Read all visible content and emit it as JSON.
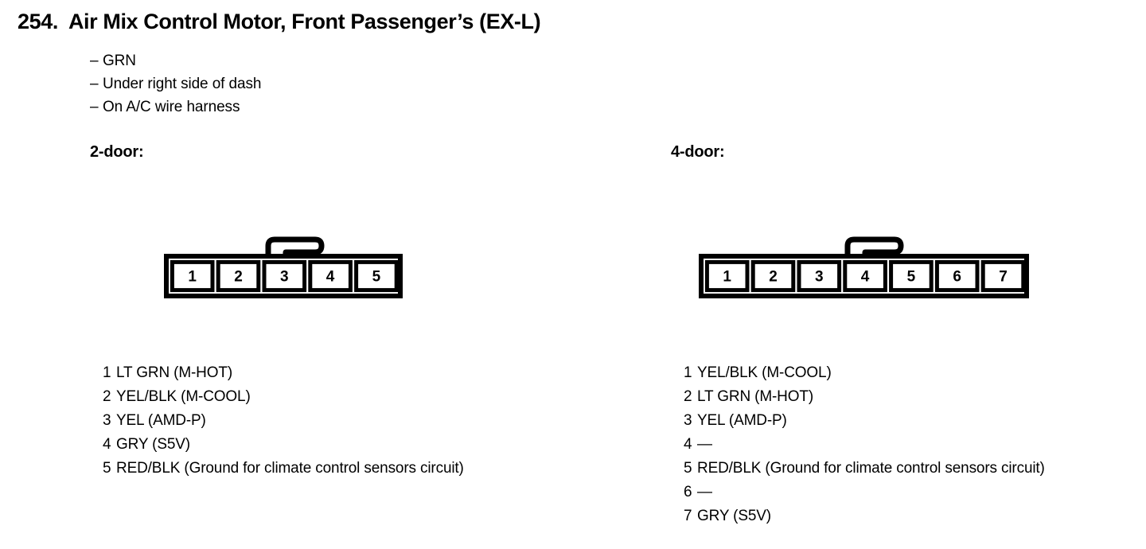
{
  "heading": {
    "number": "254.",
    "title": "Air Mix Control Motor, Front Passenger’s (EX-L)"
  },
  "bullets": [
    {
      "dash": "–",
      "text": "GRN"
    },
    {
      "dash": "–",
      "text": "Under right side of dash"
    },
    {
      "dash": "–",
      "text": "On A/C wire harness"
    }
  ],
  "colors": {
    "ink": "#000000",
    "paper": "#ffffff"
  },
  "variants": [
    {
      "id": "two-door",
      "title": "2-door:",
      "connector": {
        "pin_count": 5,
        "pin_labels": [
          "1",
          "2",
          "3",
          "4",
          "5"
        ],
        "latch_over_pin": 3
      },
      "pins": [
        {
          "number": "1",
          "description": "LT GRN (M-HOT)"
        },
        {
          "number": "2",
          "description": "YEL/BLK (M-COOL)"
        },
        {
          "number": "3",
          "description": "YEL (AMD-P)"
        },
        {
          "number": "4",
          "description": "GRY (S5V)"
        },
        {
          "number": "5",
          "description": "RED/BLK (Ground for climate control sensors circuit)"
        }
      ]
    },
    {
      "id": "four-door",
      "title": "4-door:",
      "connector": {
        "pin_count": 7,
        "pin_labels": [
          "1",
          "2",
          "3",
          "4",
          "5",
          "6",
          "7"
        ],
        "latch_over_pin": 4
      },
      "pins": [
        {
          "number": "1",
          "description": "YEL/BLK (M-COOL)"
        },
        {
          "number": "2",
          "description": "LT GRN (M-HOT)"
        },
        {
          "number": "3",
          "description": "YEL (AMD-P)"
        },
        {
          "number": "4",
          "description": "—"
        },
        {
          "number": "5",
          "description": "RED/BLK (Ground for climate control sensors circuit)"
        },
        {
          "number": "6",
          "description": "—"
        },
        {
          "number": "7",
          "description": "GRY (S5V)"
        }
      ]
    }
  ]
}
